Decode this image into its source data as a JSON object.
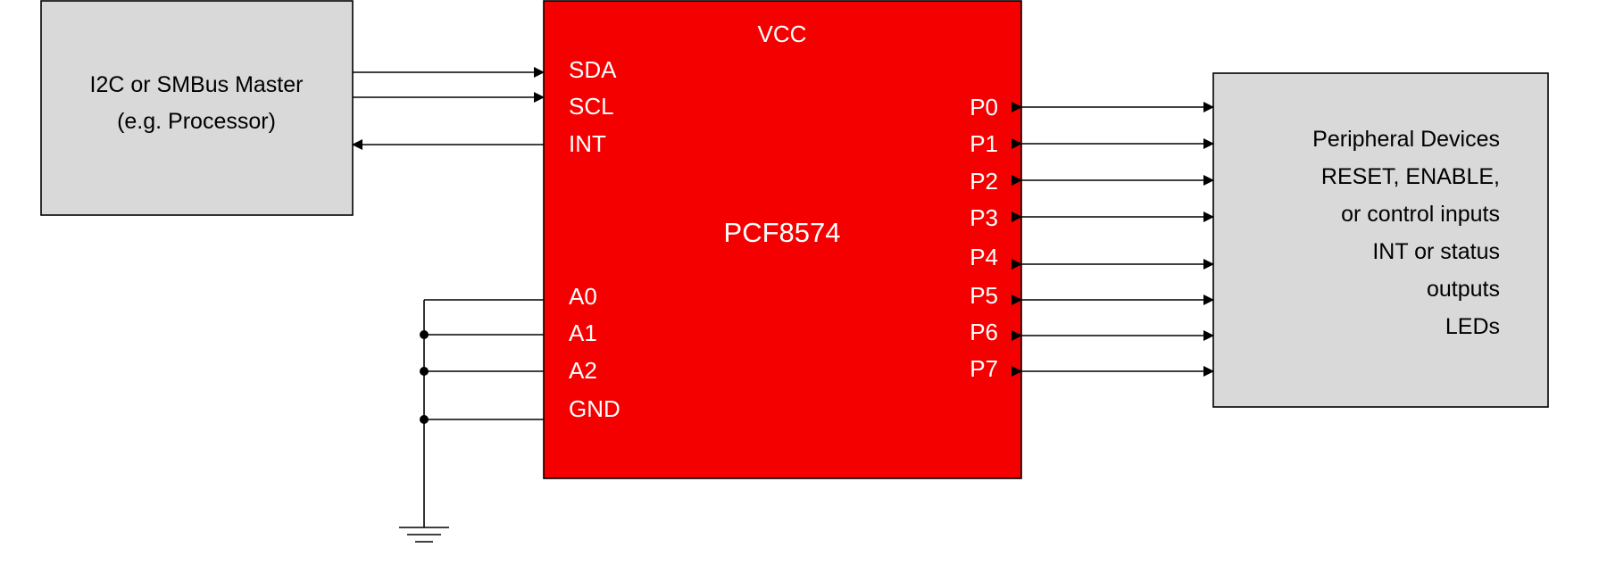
{
  "master": {
    "line1": "I2C or SMBus Master",
    "line2": "(e.g. Processor)"
  },
  "chip": {
    "name": "PCF8574",
    "vcc": "VCC",
    "left_pins": [
      "SDA",
      "SCL",
      "INT",
      "A0",
      "A1",
      "A2",
      "GND"
    ],
    "right_pins": [
      "P0",
      "P1",
      "P2",
      "P3",
      "P4",
      "P5",
      "P6",
      "P7"
    ]
  },
  "peripheral": {
    "lines": [
      "Peripheral Devices",
      "RESET, ENABLE,",
      "or control inputs",
      "INT or status",
      "outputs",
      "LEDs"
    ]
  },
  "colors": {
    "chip_fill": "#f40000",
    "box_fill": "#d9d9d9"
  }
}
